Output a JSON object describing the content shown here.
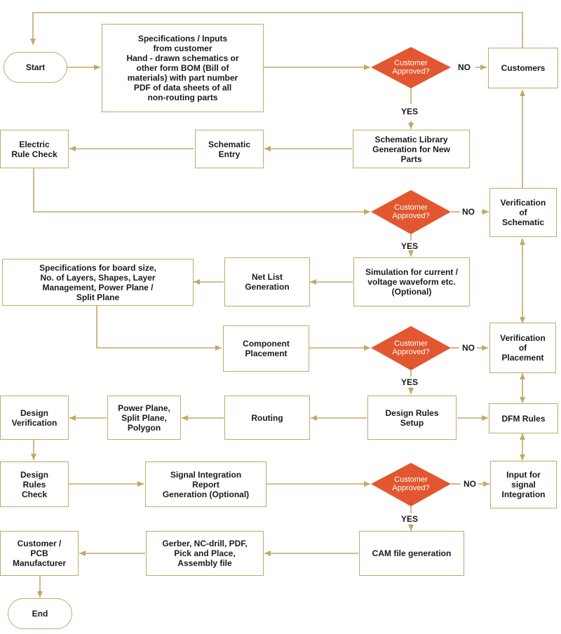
{
  "colors": {
    "line": "#c3a867",
    "diamond": "#e2572f",
    "text": "#1a1a1a"
  },
  "nodes": {
    "start": "Start",
    "specs_inputs": "Specifications / Inputs\nfrom customer\nHand - drawn schematics or\nother form BOM (Bill of\nmaterials) with part number\nPDF of data sheets of all\nnon-routing parts",
    "customers": "Customers",
    "electric_rule_check": "Electric\nRule Check",
    "schematic_entry": "Schematic\nEntry",
    "schematic_library": "Schematic Library\nGeneration for New\nParts",
    "verification_schematic": "Verification\nof\nSchematic",
    "board_specs": "Specifications for board size,\nNo. of Layers, Shapes, Layer\nManagement, Power Plane /\nSplit Plane",
    "net_list": "Net List\nGeneration",
    "simulation": "Simulation for current /\nvoltage waveform etc.\n(Optional)",
    "component_placement": "Component\nPlacement",
    "verification_placement": "Verification\nof\nPlacement",
    "design_verification": "Design\nVerification",
    "power_plane": "Power Plane,\nSplit Plane,\nPolygon",
    "routing": "Routing",
    "design_rules_setup": "Design Rules\nSetup",
    "dfm_rules": "DFM Rules",
    "design_rules_check": "Design\nRules\nCheck",
    "signal_integration_report": "Signal Integration\nReport\nGeneration (Optional)",
    "input_signal_integration": "Input for\nsignal\nIntegration",
    "customer_pcb": "Customer /\nPCB\nManufacturer",
    "gerber": "Gerber, NC-drill, PDF,\nPick and Place,\nAssembly file",
    "cam": "CAM file generation",
    "end": "End"
  },
  "decisions": {
    "d1": "Customer\nApproved?",
    "d2": "Customer\nApproved?",
    "d3": "Customer\nApproved?",
    "d4": "Customer\nApproved?"
  },
  "labels": {
    "yes1": "YES",
    "no1": "NO",
    "yes2": "YES",
    "no2": "NO",
    "yes3": "YES",
    "no3": "NO",
    "yes4": "YES",
    "no4": "NO"
  }
}
